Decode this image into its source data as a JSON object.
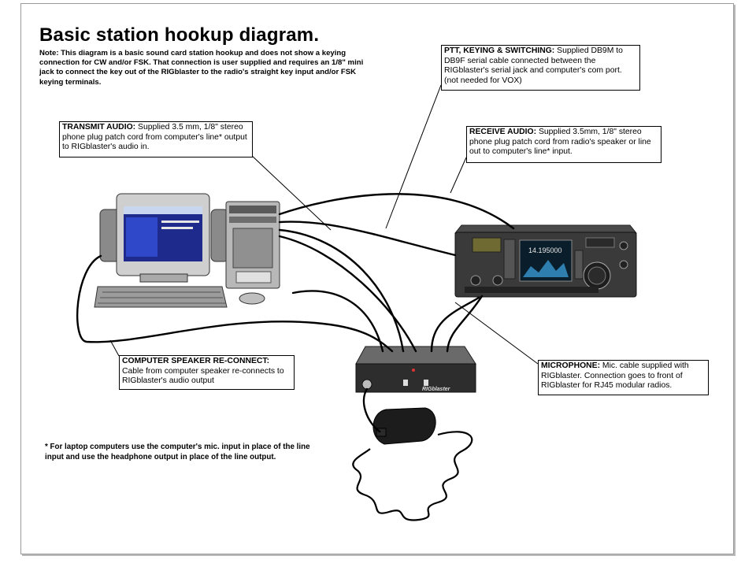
{
  "title": "Basic station hookup diagram.",
  "note": "Note: This diagram is a basic sound card station hookup and does not show a keying connection for CW and/or FSK.  That connection is user supplied and requires an 1/8\" mini jack to connect the key out of the RIGblaster to the radio's straight key input and/or FSK keying terminals.",
  "callouts": {
    "ptt": {
      "heading": "PTT, KEYING & SWITCHING:",
      "text": " Supplied DB9M to DB9F serial cable connected between the RIGblaster's serial jack and computer's com port. (not needed for VOX)"
    },
    "transmit": {
      "heading": "TRANSMIT AUDIO:",
      "text": " Supplied 3.5 mm, 1/8\" stereo phone plug patch cord from computer's line* output to RIGblaster's audio in."
    },
    "receive": {
      "heading": "RECEIVE AUDIO:",
      "text": " Supplied 3.5mm, 1/8\" stereo phone plug patch cord from radio's speaker or line out to computer's line* input."
    },
    "speaker": {
      "heading": "COMPUTER SPEAKER RE-CONNECT:",
      "text": "Cable from computer speaker re-connects to RIGblaster's audio output"
    },
    "mic": {
      "heading": "MICROPHONE:",
      "text": " Mic. cable supplied with RIGblaster.  Connection goes to front of RIGblaster for RJ45 modular radios."
    }
  },
  "footnote": "* For laptop computers use the computer's mic. input in place of the line input and use the headphone output in place of the line output.",
  "device_labels": {
    "radio_display": "14.195000",
    "rigblaster_brand": "RIGblaster"
  }
}
